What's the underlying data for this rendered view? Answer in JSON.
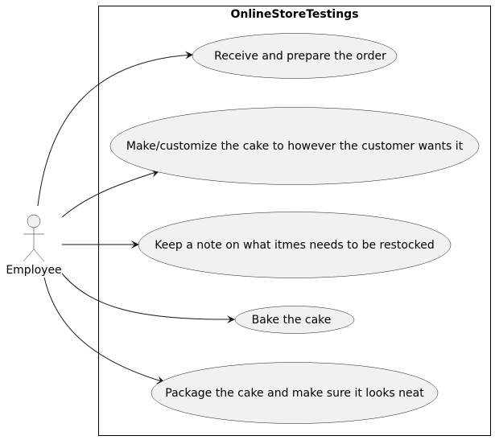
{
  "diagram": {
    "system_title": "OnlineStoreTestings",
    "actor": {
      "name": "Employee"
    },
    "use_cases": [
      {
        "label": "Receive and prepare the order"
      },
      {
        "label": "Make/customize the cake to however the customer wants it"
      },
      {
        "label": "Keep a note on what itmes needs to be restocked"
      },
      {
        "label": "Bake the cake"
      },
      {
        "label": "Package the cake and make sure it looks neat"
      }
    ],
    "colors": {
      "use_case_fill": "#f1f1f1",
      "stroke": "#181818",
      "background": "#ffffff"
    }
  }
}
